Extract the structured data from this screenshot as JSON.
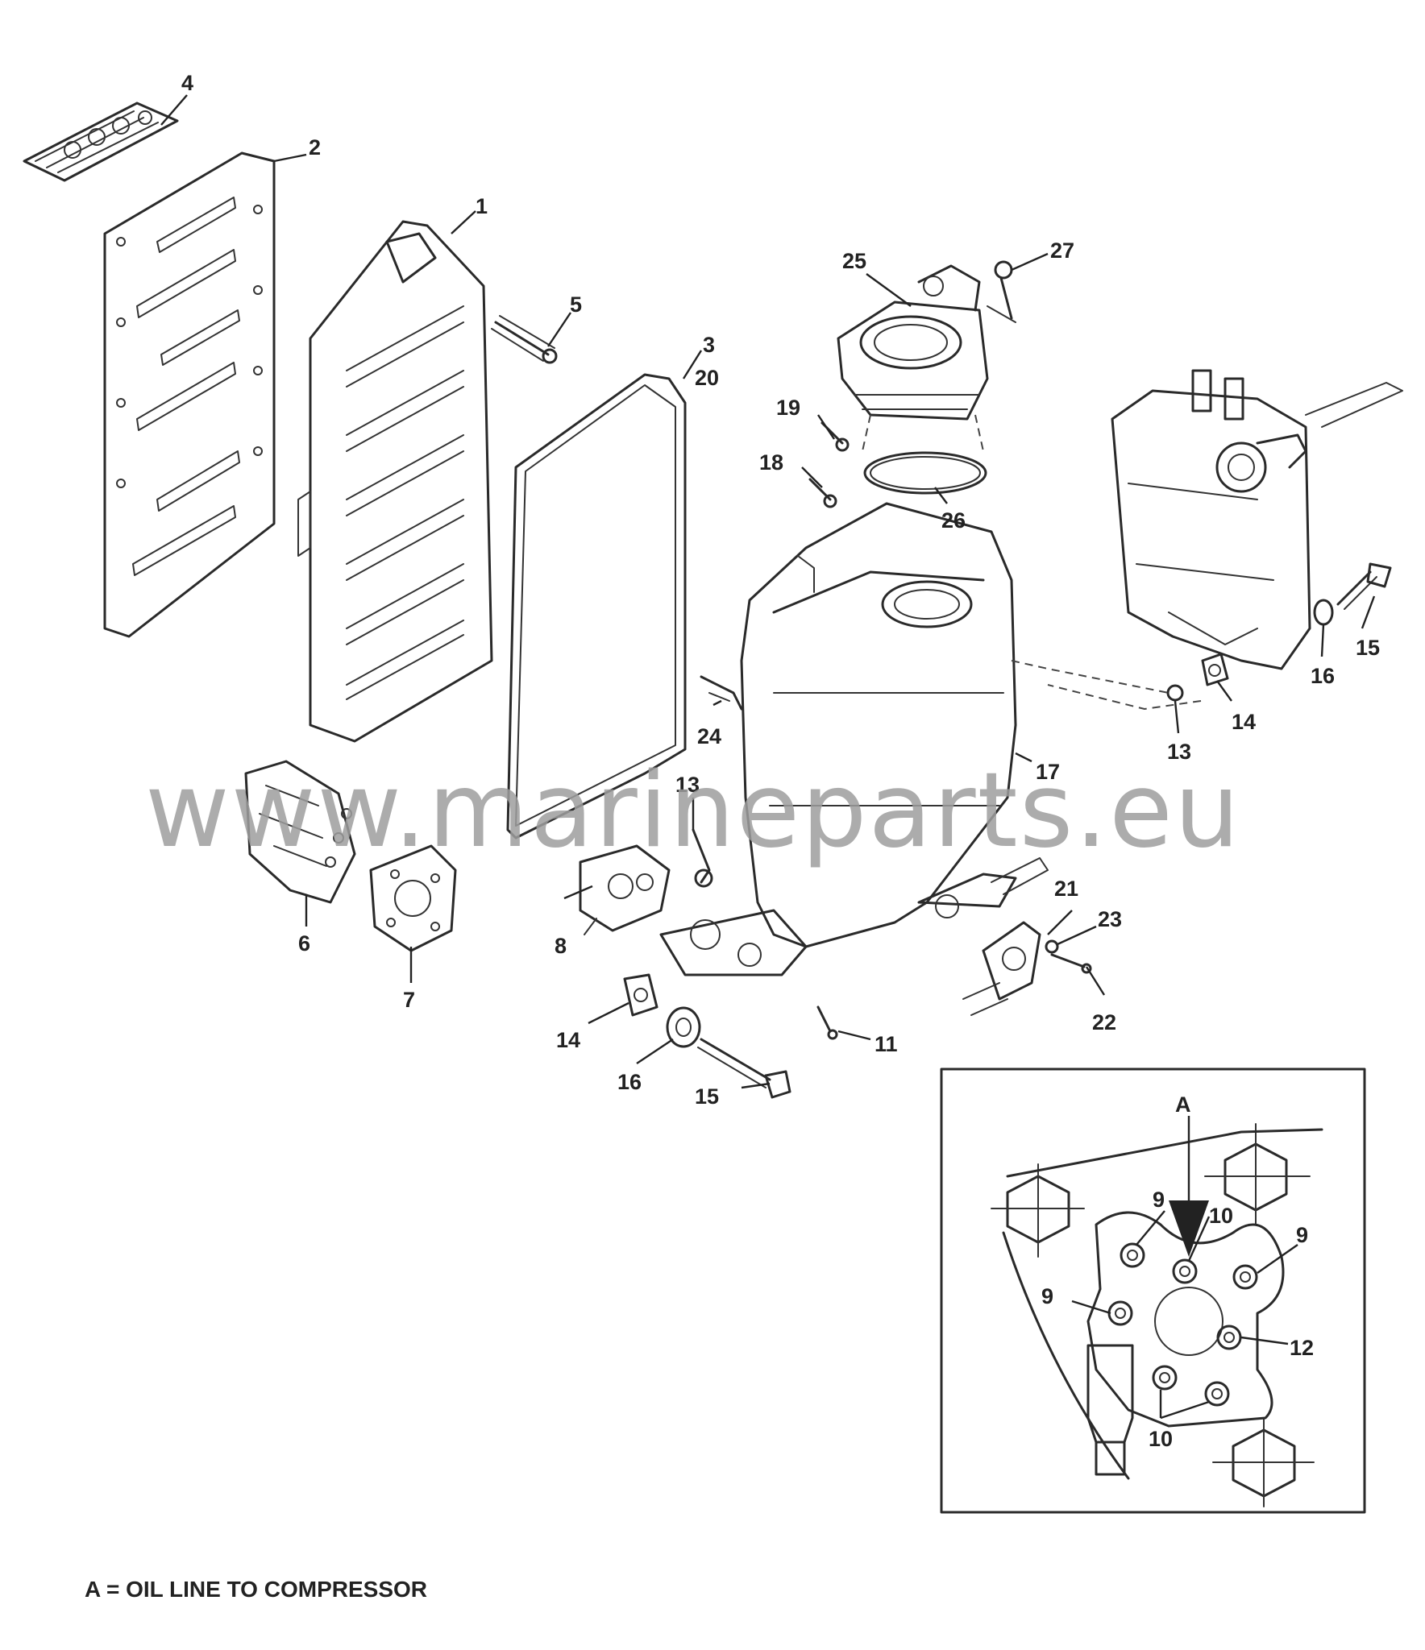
{
  "callouts": {
    "c1": "1",
    "c2": "2",
    "c3": "3",
    "c20": "20",
    "c4": "4",
    "c5": "5",
    "c6": "6",
    "c7": "7",
    "c8": "8",
    "c11": "11",
    "c13a": "13",
    "c13b": "13",
    "c14a": "14",
    "c14b": "14",
    "c15a": "15",
    "c15b": "15",
    "c16a": "16",
    "c16b": "16",
    "c17": "17",
    "c18": "18",
    "c19": "19",
    "c21": "21",
    "c22": "22",
    "c23": "23",
    "c24": "24",
    "c25": "25",
    "c26": "26",
    "c27": "27"
  },
  "inset": {
    "view_label": "A",
    "c9a": "9",
    "c9b": "9",
    "c9c": "9",
    "c10a": "10",
    "c10b": "10",
    "c12": "12"
  },
  "watermark": "www.marineparts.eu",
  "legend": "A = OIL LINE TO COMPRESSOR"
}
